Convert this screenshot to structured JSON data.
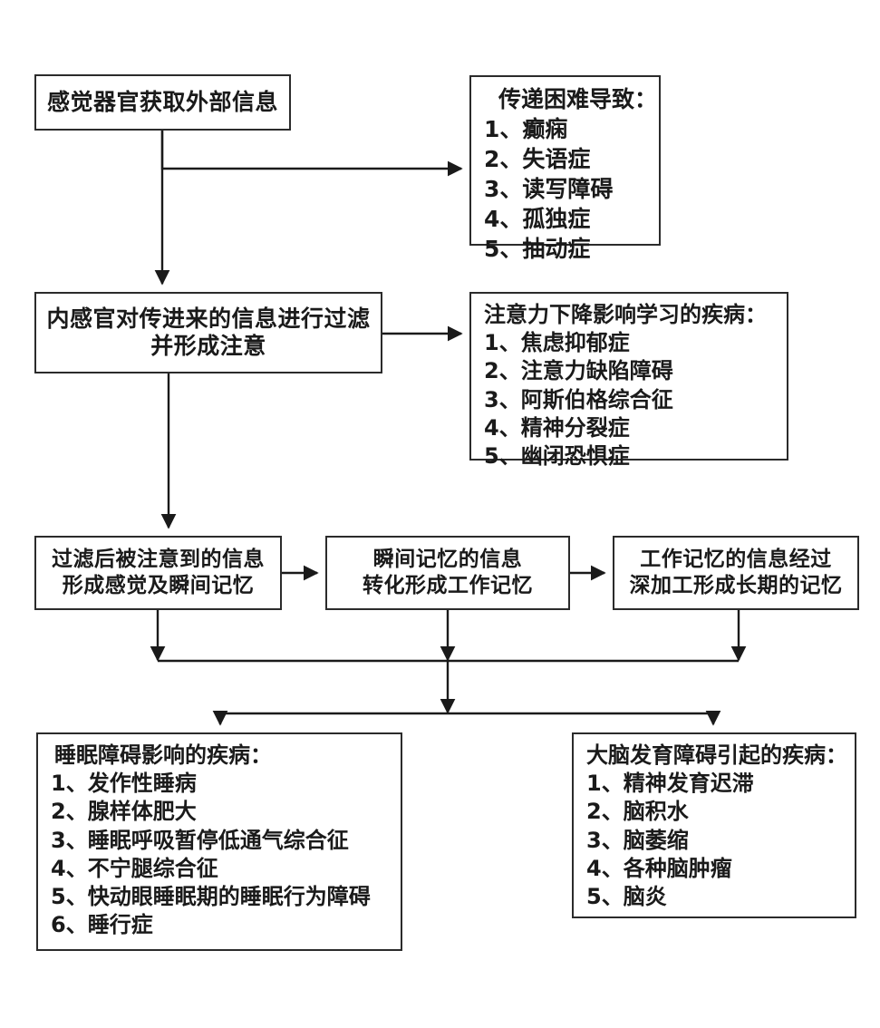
{
  "diagram": {
    "title": "",
    "line_color": "#2b2b2b",
    "box_fill": "#ffffff",
    "text_color": "#1a1a1a"
  },
  "nodes": {
    "sense": {
      "lines": [
        "感觉器官获取外部信息"
      ]
    },
    "transmit": {
      "title": "传递困难导致：",
      "items": [
        "1、癫痫",
        "2、失语症",
        "3、读写障碍",
        "4、孤独症",
        "5、抽动症"
      ]
    },
    "filter": {
      "lines": [
        "内感官对传进来的信息进行过滤",
        "并形成注意"
      ]
    },
    "attention": {
      "title": "注意力下降影响学习的疾病：",
      "items": [
        "1、焦虑抑郁症",
        "2、注意力缺陷障碍",
        "3、阿斯伯格综合征",
        "4、精神分裂症",
        "5、幽闭恐惧症"
      ]
    },
    "mem1": {
      "lines": [
        "过滤后被注意到的信息",
        "形成感觉及瞬间记忆"
      ]
    },
    "mem2": {
      "lines": [
        "瞬间记忆的信息",
        "转化形成工作记忆"
      ]
    },
    "mem3": {
      "lines": [
        "工作记忆的信息经过",
        "深加工形成长期的记忆"
      ]
    },
    "sleep": {
      "title": "睡眠障碍影响的疾病：",
      "items": [
        "1、发作性睡病",
        "2、腺样体肥大",
        "3、睡眠呼吸暂停低通气综合征",
        "4、不宁腿综合征",
        "5、快动眼睡眠期的睡眠行为障碍",
        "6、睡行症"
      ]
    },
    "braindev": {
      "title": "大脑发育障碍引起的疾病：",
      "items": [
        "1、精神发育迟滞",
        "2、脑积水",
        "3、脑萎缩",
        "4、各种脑肿瘤",
        "5、脑炎"
      ]
    }
  },
  "edges": [
    {
      "from": "sense",
      "to": "transmit"
    },
    {
      "from": "sense",
      "to": "filter"
    },
    {
      "from": "filter",
      "to": "attention"
    },
    {
      "from": "filter",
      "to": "mem1"
    },
    {
      "from": "mem1",
      "to": "mem2"
    },
    {
      "from": "mem2",
      "to": "mem3"
    },
    {
      "from": "mem1",
      "to": "bus"
    },
    {
      "from": "mem2",
      "to": "bus"
    },
    {
      "from": "mem3",
      "to": "bus"
    },
    {
      "from": "bus",
      "to": "sleep"
    },
    {
      "from": "bus",
      "to": "braindev"
    }
  ]
}
